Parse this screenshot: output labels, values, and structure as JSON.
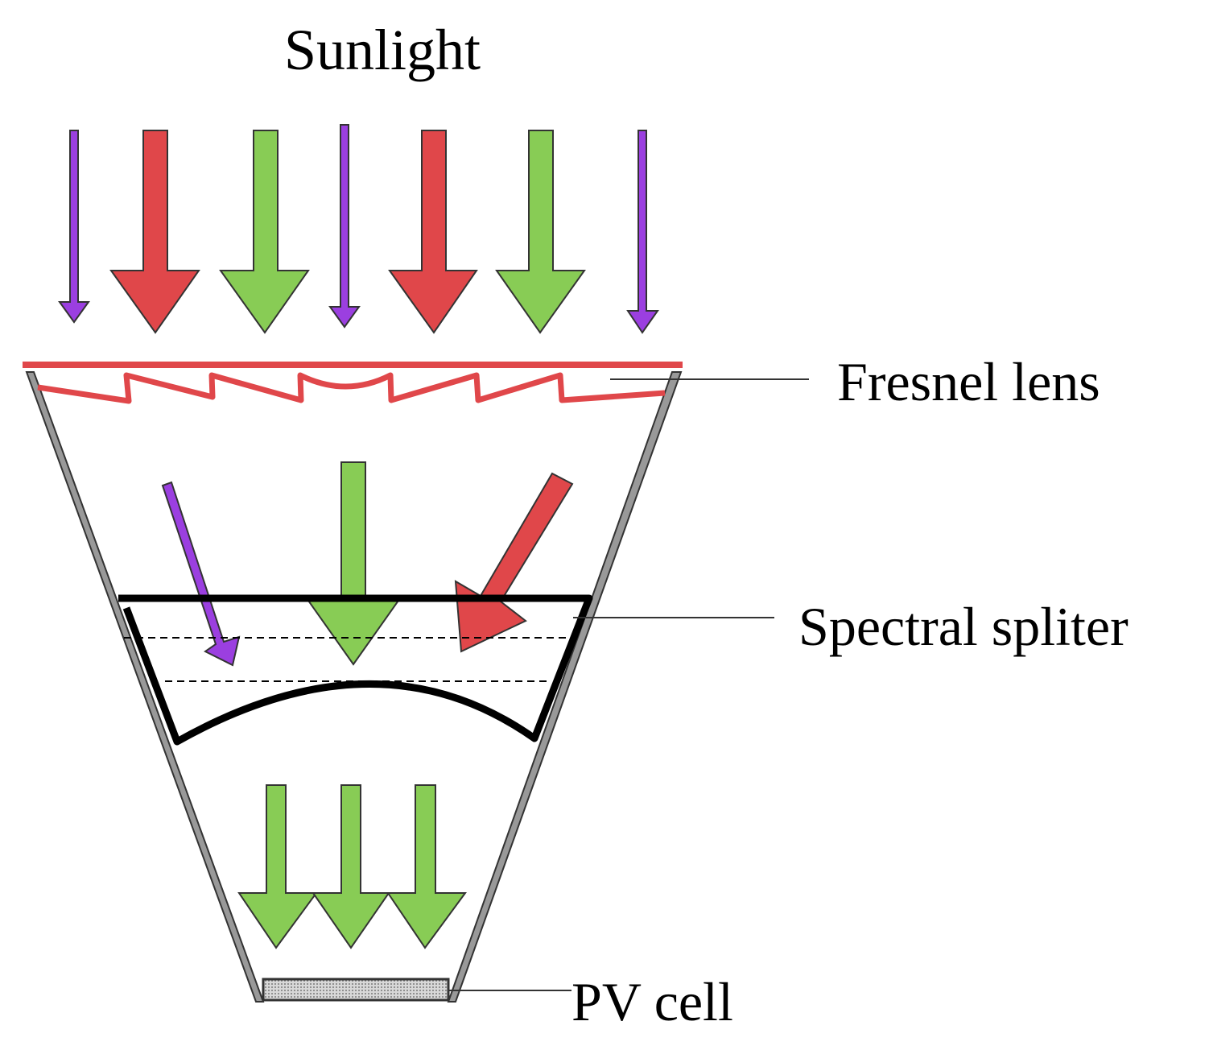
{
  "labels": {
    "sunlight": "Sunlight",
    "fresnel_lens": "Fresnel lens",
    "spectral_splitter": "Spectral spliter",
    "pv_cell": "PV cell"
  },
  "colors": {
    "purple": "#9b3fe0",
    "red": "#e0474a",
    "green": "#88cc55",
    "wall": "#999999",
    "outline": "#333333",
    "splitter": "#000000",
    "pv_fill": "#bbbbbb"
  },
  "icons": {
    "light_ray": "arrow-down",
    "pv_cell": "dotted-rectangle"
  }
}
